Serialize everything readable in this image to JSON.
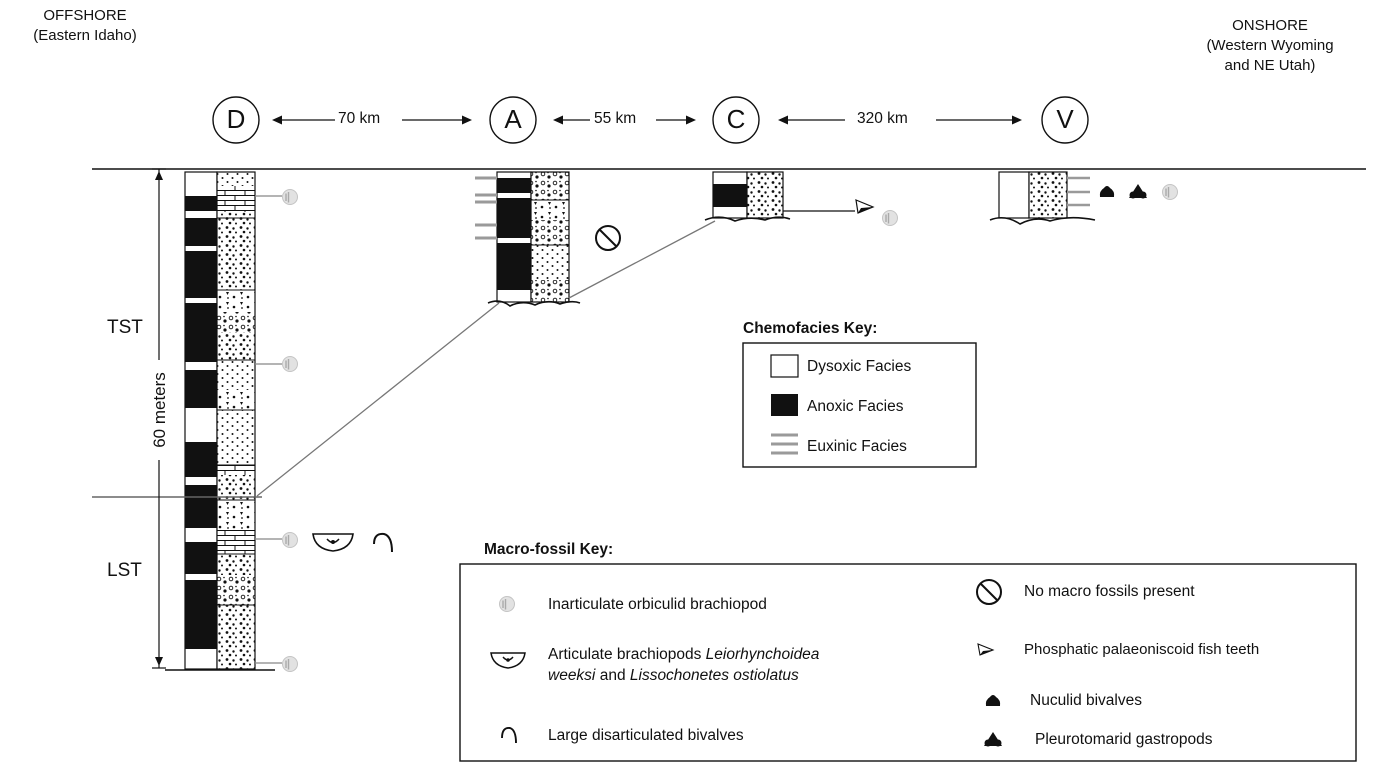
{
  "corners": {
    "offshore_line1": "OFFSHORE",
    "offshore_line2": "(Eastern Idaho)",
    "onshore_line1": "ONSHORE",
    "onshore_line2": "(Western Wyoming",
    "onshore_line3": "and NE Utah)"
  },
  "sections": [
    {
      "id": "D"
    },
    {
      "id": "A"
    },
    {
      "id": "C"
    },
    {
      "id": "V"
    }
  ],
  "distances": [
    "70 km",
    "55 km",
    "320 km"
  ],
  "sequence_labels": {
    "upper": "TST",
    "lower": "LST"
  },
  "scale_label": "60 meters",
  "chemofacies_key": {
    "title": "Chemofacies Key:",
    "items": [
      {
        "label": "Dysoxic Facies",
        "swatch": "dysoxic"
      },
      {
        "label": "Anoxic Facies",
        "swatch": "anoxic"
      },
      {
        "label": "Euxinic Facies",
        "swatch": "euxinic"
      }
    ]
  },
  "macrofossil_key": {
    "title": "Macro-fossil Key:",
    "left": [
      {
        "icon": "orbiculid-brachiopod-icon",
        "label": "Inarticulate orbiculid brachiopod"
      },
      {
        "icon": "articulate-brachiopod-icon",
        "label_plain": "Articulate brachiopods ",
        "label_italic_1": "Leiorhynchoidea",
        "label_italic_2": "weeksi",
        "label_mid": " and ",
        "label_italic_3": "Lissochonetes ostiolatus"
      },
      {
        "icon": "disarticulated-bivalve-icon",
        "label": "Large disarticulated bivalves"
      }
    ],
    "right": [
      {
        "icon": "no-fossils-icon",
        "label": "No macro fossils present"
      },
      {
        "icon": "fish-teeth-icon",
        "label": "Phosphatic palaeoniscoid fish teeth"
      },
      {
        "icon": "nuculid-bivalve-icon",
        "label": "Nuculid bivalves"
      },
      {
        "icon": "pleurotomarid-gastropod-icon",
        "label": "Pleurotomarid gastropods"
      }
    ]
  },
  "colors": {
    "ink": "#111111",
    "euxinic": "#9a9a9a",
    "fossil_grey": "#c8c8c8"
  }
}
